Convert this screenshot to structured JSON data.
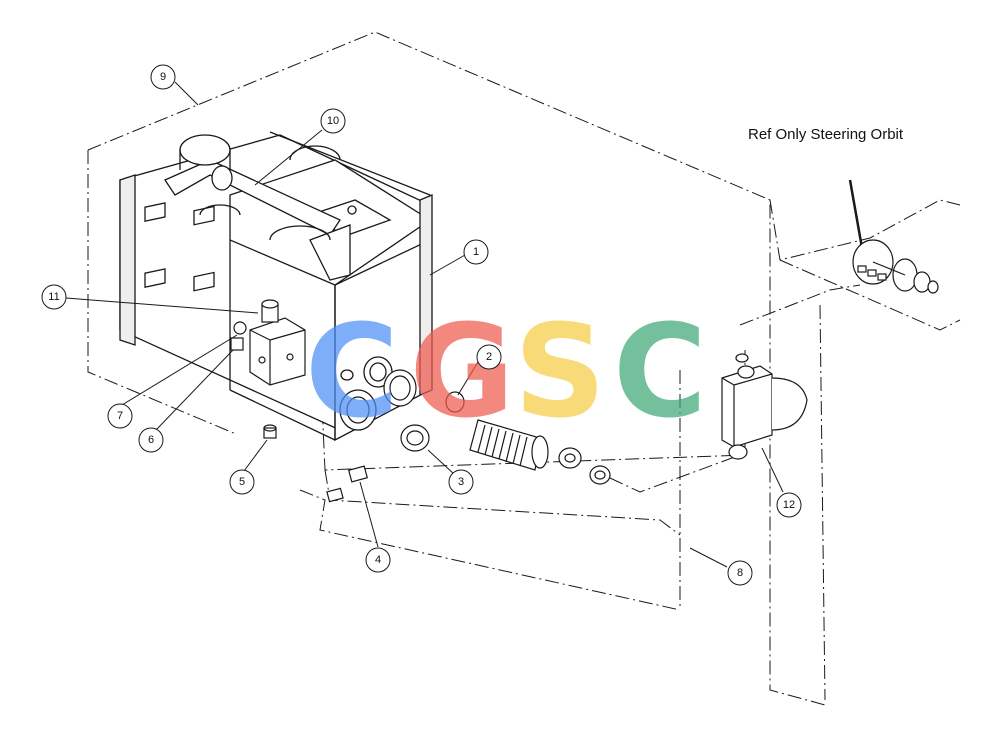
{
  "reference_label": "Ref Only Steering Orbit",
  "callouts": [
    "1",
    "2",
    "3",
    "4",
    "5",
    "6",
    "7",
    "8",
    "9",
    "10",
    "11",
    "12"
  ],
  "watermark": {
    "letters": [
      "C",
      "G",
      "S",
      "C"
    ],
    "colors": [
      "#4f8ff7",
      "#ef5b4f",
      "#f8cd45",
      "#3fa878"
    ]
  },
  "line_color": "#1a1a1a"
}
